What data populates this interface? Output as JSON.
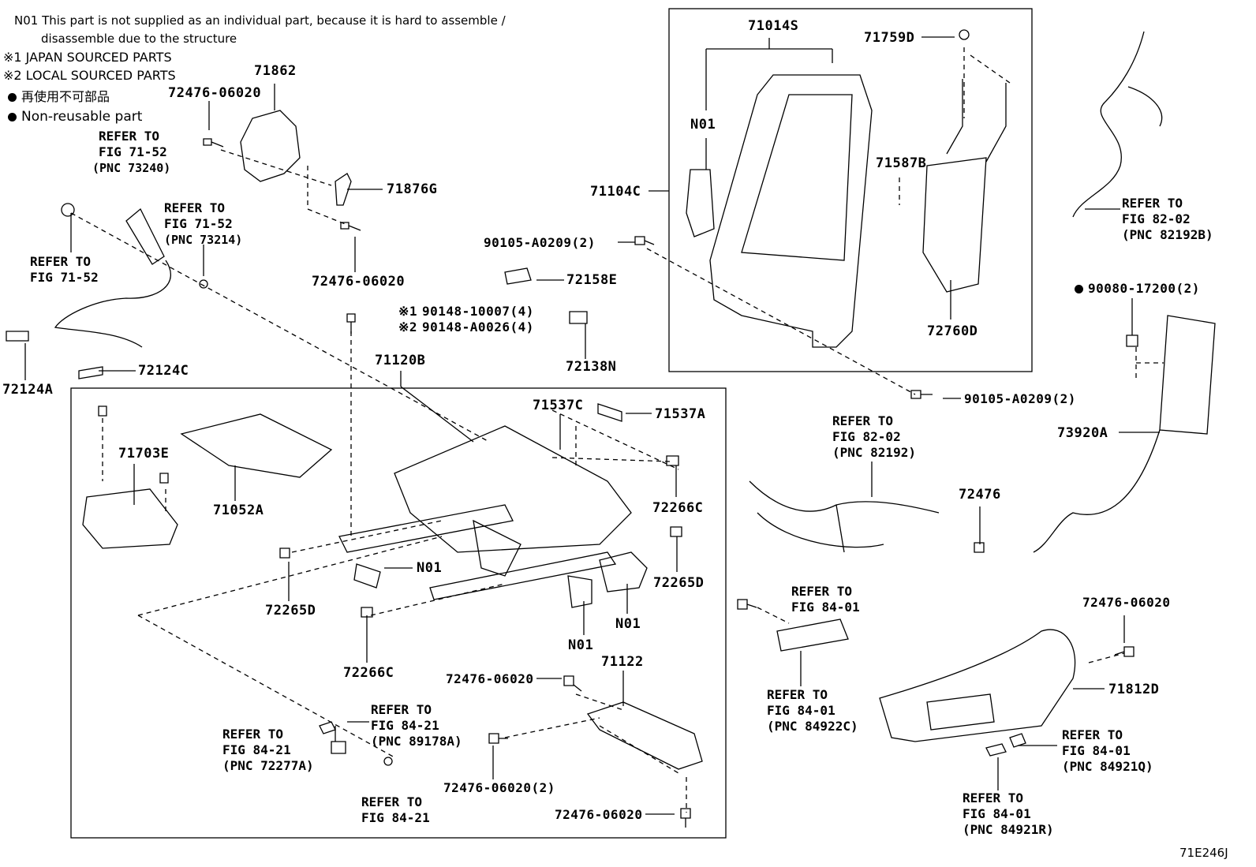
{
  "notes": {
    "n01_line1": "N01  This part is not supplied as an individual part, because it is hard to assemble /",
    "n01_line2": "disassemble due to the structure",
    "japan": "※1 JAPAN SOURCED PARTS",
    "local": "※2 LOCAL SOURCED PARTS",
    "nonreuse_jp": "再使用不可部品",
    "nonreuse_en": "Non-reusable part"
  },
  "figure_code": "71E246J",
  "labels": {
    "p71862": "71862",
    "p72476_06020_a": "72476-06020",
    "p71876G": "71876G",
    "p72476_06020_b": "72476-06020",
    "p71014S": "71014S",
    "p71759D": "71759D",
    "pN01_a": "N01",
    "p71587B": "71587B",
    "p71104C": "71104C",
    "p90105_a": "90105-A0209(2)",
    "p72158E": "72158E",
    "p72760D": "72760D",
    "p90148_1": "90148-10007(4)",
    "p90148_2": "90148-A0026(4)",
    "p72138N": "72138N",
    "p71120B": "71120B",
    "p72124C": "72124C",
    "p72124A": "72124A",
    "p71537C": "71537C",
    "p71537A": "71537A",
    "p71703E": "71703E",
    "p71052A": "71052A",
    "p72266C_a": "72266C",
    "p72265D_a": "72265D",
    "p72265D_b": "72265D",
    "pN01_b": "N01",
    "pN01_c": "N01",
    "pN01_d": "N01",
    "p72266C_b": "72266C",
    "p71122": "71122",
    "p72476_06020_c": "72476-06020",
    "p72476_06020_2": "72476-06020(2)",
    "p72476_06020_d": "72476-06020",
    "p90105_b": "90105-A0209(2)",
    "p72476": "72476",
    "p90080": "90080-17200(2)",
    "p73920A": "73920A",
    "p72476_06020_e": "72476-06020",
    "p71812D": "71812D"
  },
  "refs": {
    "r1": [
      "REFER TO",
      "FIG 71-52",
      "(PNC 73240)"
    ],
    "r2": [
      "REFER TO",
      "FIG 71-52",
      "(PNC 73214)"
    ],
    "r3": [
      "REFER TO",
      "FIG 71-52"
    ],
    "r4": [
      "REFER TO",
      "FIG 82-02",
      "(PNC 82192B)"
    ],
    "r5": [
      "REFER TO",
      "FIG 82-02",
      "(PNC 82192)"
    ],
    "r6": [
      "REFER TO",
      "FIG 84-01"
    ],
    "r7": [
      "REFER TO",
      "FIG 84-01",
      "(PNC 84922C)"
    ],
    "r8": [
      "REFER TO",
      "FIG 84-21",
      "(PNC 89178A)"
    ],
    "r9": [
      "REFER TO",
      "FIG 84-21",
      "(PNC 72277A)"
    ],
    "r10": [
      "REFER TO",
      "FIG 84-21"
    ],
    "r11": [
      "REFER TO",
      "FIG 84-01",
      "(PNC 84921Q)"
    ],
    "r12": [
      "REFER TO",
      "FIG 84-01",
      "(PNC 84921R)"
    ]
  },
  "markers": {
    "m1": "※1",
    "m2": "※2"
  }
}
